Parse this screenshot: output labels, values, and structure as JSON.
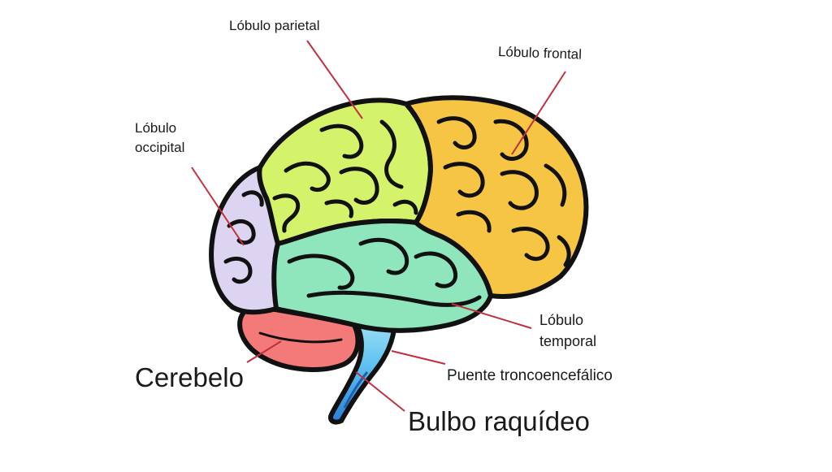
{
  "diagram": {
    "labels": {
      "parietal": "Lóbulo parietal",
      "frontal": "Lóbulo frontal",
      "occipital_line1": "Lóbulo",
      "occipital_line2": "occipital",
      "temporal_line1": "Lóbulo",
      "temporal_line2": "temporal",
      "cerebelo": "Cerebelo",
      "puente": "Puente troncoencefálico",
      "bulbo": "Bulbo raquídeo"
    },
    "colors": {
      "parietal": "#d4f26a",
      "frontal": "#f7c544",
      "occipital": "#ddd4f2",
      "temporal": "#8fe6bd",
      "cerebelo": "#f47a7a",
      "brainstem_top": "#9ee0f5",
      "brainstem_bottom": "#3a8fe0",
      "leader_line": "#c03040",
      "outline": "#111111"
    }
  }
}
